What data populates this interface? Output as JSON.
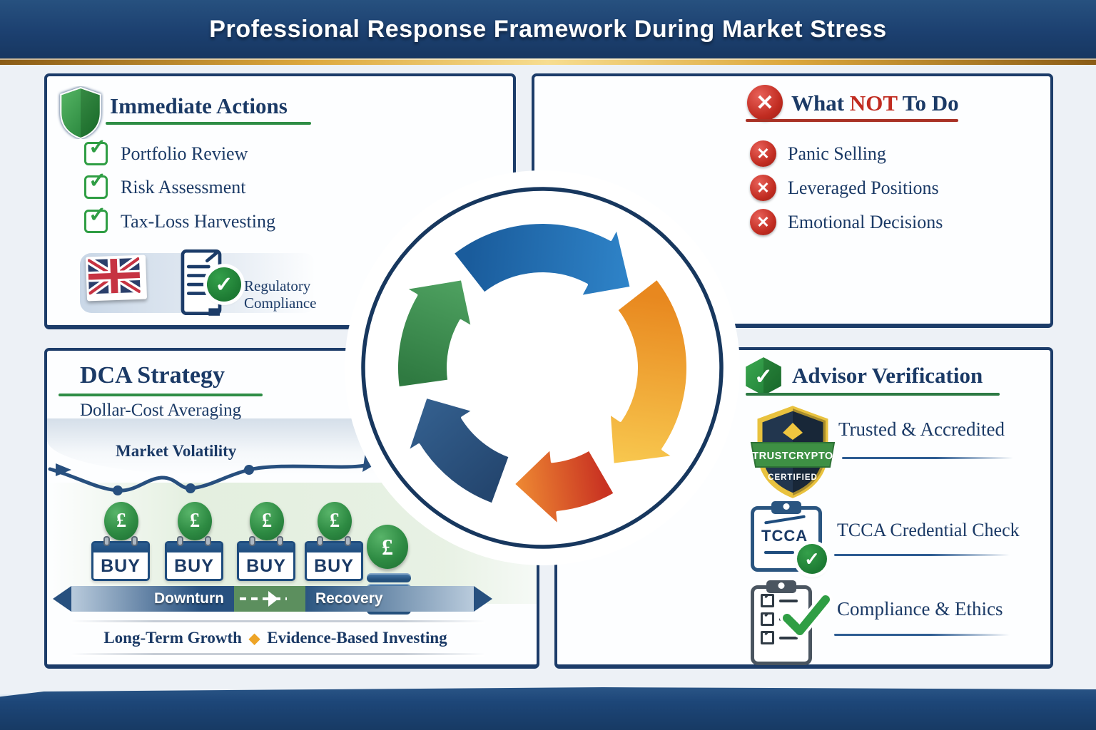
{
  "banner": {
    "title": "Professional Response Framework During Market Stress"
  },
  "immediate_actions": {
    "title": "Immediate Actions",
    "items": [
      "Portfolio Review",
      "Risk Assessment",
      "Tax-Loss Harvesting"
    ],
    "check_glyph": "✓",
    "compliance_line1": "Regulatory",
    "compliance_line2": "Compliance"
  },
  "what_not_to_do": {
    "word_pre": "What ",
    "word_not": "NOT",
    "word_post": " To Do",
    "x_glyph": "✕",
    "items": [
      "Panic Selling",
      "Leveraged Positions",
      "Emotional Decisions"
    ]
  },
  "dca": {
    "title": "DCA Strategy",
    "subtitle": "Dollar-Cost Averaging",
    "chart_label": "Market Volatility",
    "coin_symbol": "£",
    "buy_label": "BUY",
    "phase_left": "Downturn",
    "phase_right": "Recovery",
    "diamond_glyph": "◆",
    "growth_label": "Long-Term Growth",
    "evidence_label": "Evidence-Based Investing"
  },
  "advisor": {
    "title": "Advisor Verification",
    "badge_top": "TRUSTCRYPTO",
    "badge_bottom": "CERTIFIED",
    "clipboard_text": "TCCA",
    "item1": "Trusted & Accredited",
    "item2": "TCCA Credential Check",
    "item3": "Compliance & Ethics",
    "check_glyph": "✓"
  },
  "cycle": {
    "ring_color": "#17375e",
    "arrows": [
      {
        "name": "blue",
        "from": "#1a5c9c",
        "to": "#2f84c9",
        "a1": -38,
        "a2": 28,
        "tip": 48
      },
      {
        "name": "orange",
        "from": "#e8881f",
        "to": "#f8c84f",
        "a1": 52,
        "a2": 124,
        "tip": 144
      },
      {
        "name": "red",
        "from": "#c93322",
        "to": "#ef8c33",
        "a1": 150,
        "a2": 174,
        "tip": 194
      },
      {
        "name": "navy",
        "from": "#24466f",
        "to": "#34608f",
        "a1": 200,
        "a2": 238,
        "tip": 256
      },
      {
        "name": "green",
        "from": "#2f7a41",
        "to": "#4fa261",
        "a1": 262,
        "a2": 300,
        "tip": 318
      }
    ]
  },
  "colors": {
    "navy": "#1b3a66",
    "green": "#2e8d45",
    "red": "#b23024",
    "gold": "#dca73c"
  }
}
